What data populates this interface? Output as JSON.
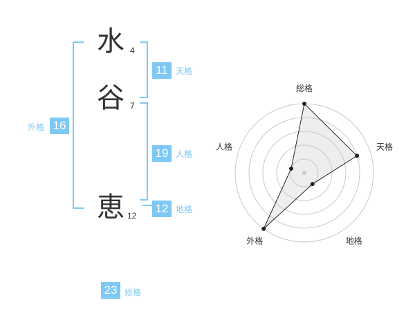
{
  "name": {
    "chars": [
      {
        "char": "水",
        "strokes": "4"
      },
      {
        "char": "谷",
        "strokes": "7"
      },
      {
        "char": "恵",
        "strokes": "12"
      }
    ]
  },
  "grid": {
    "tenkaku": {
      "value": "11",
      "label": "天格"
    },
    "jinkaku": {
      "value": "19",
      "label": "人格"
    },
    "chikaku": {
      "value": "12",
      "label": "地格"
    },
    "gaikaku": {
      "value": "16",
      "label": "外格"
    },
    "soukaku": {
      "value": "23",
      "label": "総格"
    }
  },
  "colors": {
    "accent": "#7ec8f4",
    "text": "#333333"
  },
  "chart_data": {
    "type": "radar",
    "axes": [
      "総格",
      "天格",
      "地格",
      "外格",
      "人格"
    ],
    "values": [
      5,
      4,
      1,
      5,
      1
    ],
    "rmax": 5,
    "rings": 5
  }
}
